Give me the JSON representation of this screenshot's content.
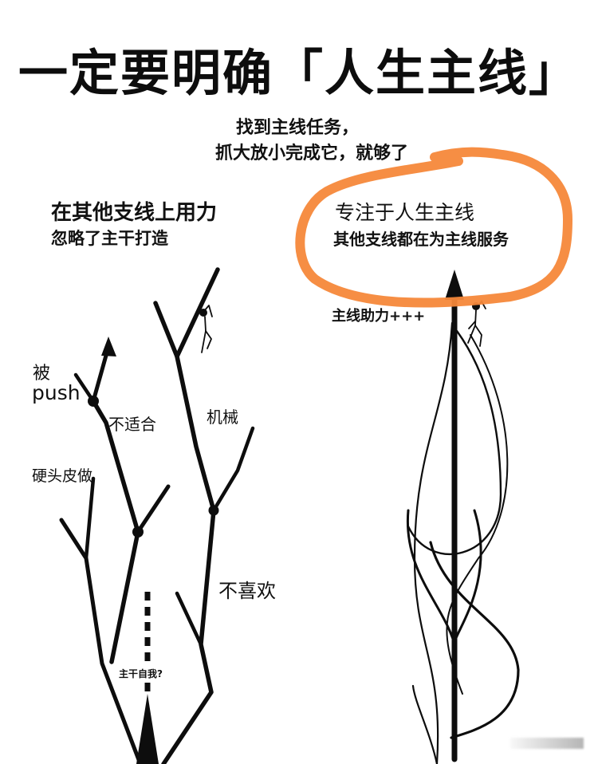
{
  "title": "一定要明确「人生主线」",
  "top_note": {
    "line1": "找到主线任务，",
    "line2": "抓大放小完成它，就够了"
  },
  "left_panel": {
    "heading": "在其他支线上用力",
    "subheading": "忽略了主干打造",
    "labels": {
      "pushed_1": "被",
      "pushed_2": "push",
      "unsuitable": "不适合",
      "mechanical": "机械",
      "reluctant": "硬头皮做",
      "dislike": "不喜欢",
      "trunk_self": "主干自我?"
    }
  },
  "right_panel": {
    "heading": "专注于人生主线",
    "subheading": "其他支线都在为主线服务",
    "boost_label": "主线助力+++"
  },
  "colors": {
    "highlight_circle": "#F5883A",
    "ink": "#0d0d0d",
    "background": "#ffffff"
  }
}
